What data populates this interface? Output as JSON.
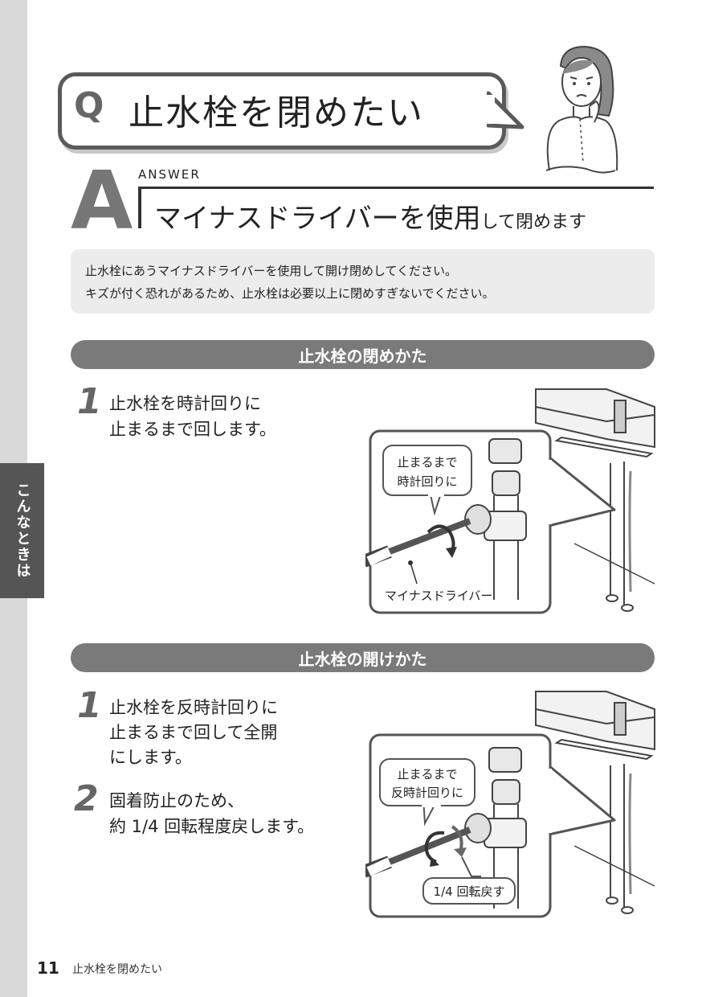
{
  "side_tab": "こんなときは",
  "question": {
    "mark": "Q",
    "title": "止水栓を閉めたい"
  },
  "answer": {
    "letter": "A",
    "label": "ANSWER",
    "main_large": "マイナスドライバーを使用",
    "main_small": "して閉めます"
  },
  "info": {
    "line1": "止水栓にあうマイナスドライバーを使用して開け閉めしてください。",
    "line2": "キズが付く恐れがあるため、止水栓は必要以上に閉めすぎないでください。"
  },
  "section_close": {
    "heading": "止水栓の閉めかた",
    "steps": [
      {
        "num": "1",
        "line1": "止水栓を時計回りに",
        "line2": "止まるまで回します。"
      }
    ],
    "callout_line1": "止まるまで",
    "callout_line2": "時計回りに",
    "tool_label": "マイナスドライバー"
  },
  "section_open": {
    "heading": "止水栓の開けかた",
    "steps": [
      {
        "num": "1",
        "line1": "止水栓を反時計回りに",
        "line2": "止まるまで回して全開",
        "line3": "にします。"
      },
      {
        "num": "2",
        "line1": "固着防止のため、",
        "line2": "約 1/4 回転程度戻します。"
      }
    ],
    "callout_line1": "止まるまで",
    "callout_line2": "反時計回りに",
    "return_label": "1/4 回転戻す"
  },
  "footer": {
    "page": "11",
    "title": "止水栓を閉めたい"
  }
}
